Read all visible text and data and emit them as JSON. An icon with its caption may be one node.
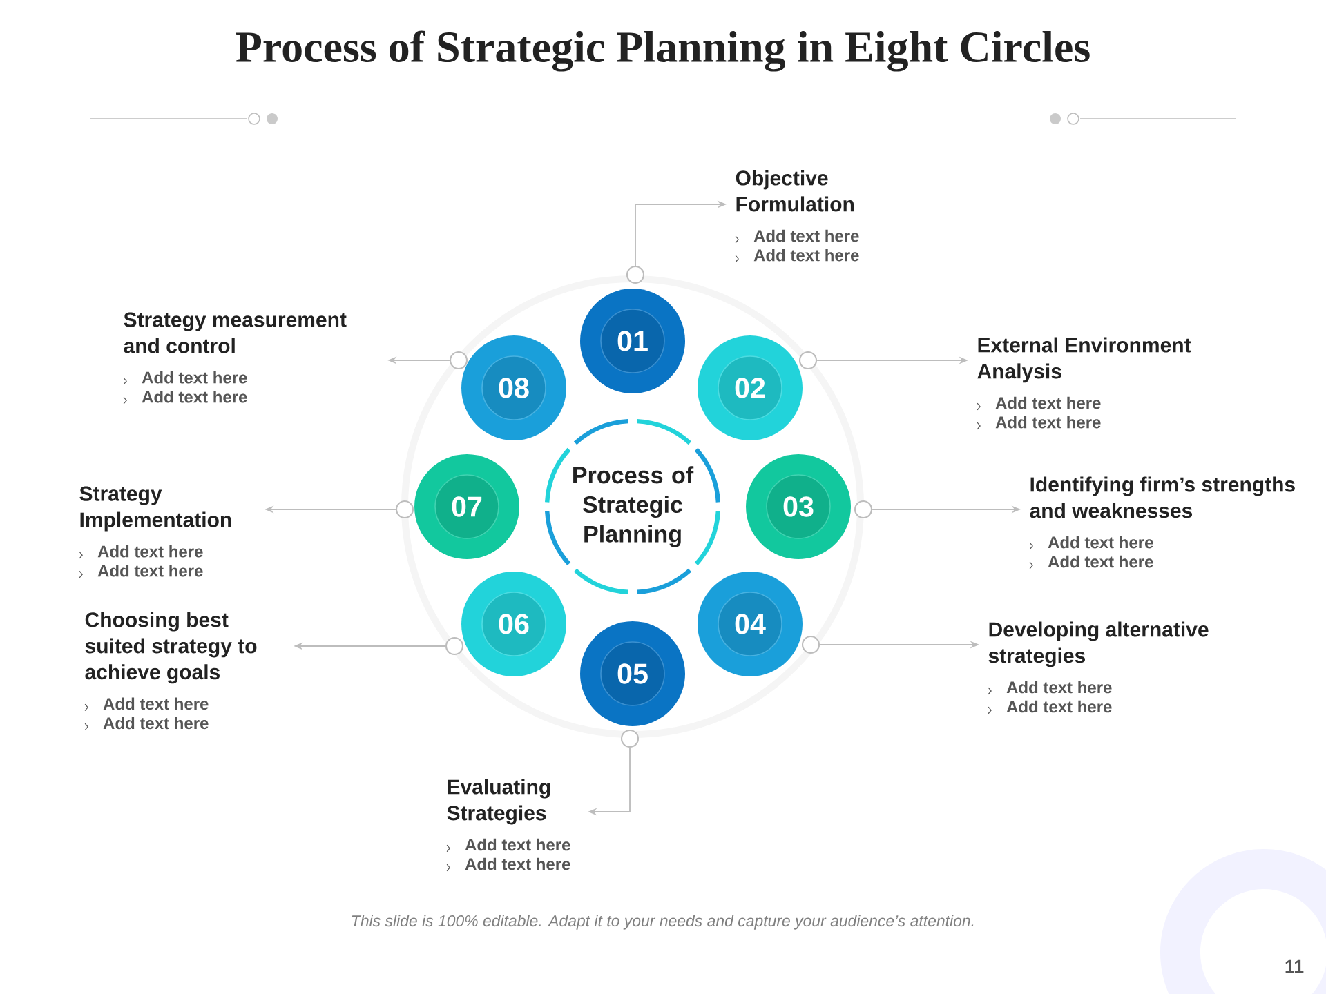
{
  "diagram": {
    "title": "Process of Strategic Planning in Eight Circles",
    "nodes": [
      {
        "text": [
          "Process of Strategic Planning"
        ]
      },
      {
        "text": [
          "01"
        ]
      },
      {
        "text": [
          "02"
        ]
      },
      {
        "text": [
          "03"
        ]
      },
      {
        "text": [
          "04"
        ]
      },
      {
        "text": [
          "05"
        ]
      },
      {
        "text": [
          "06"
        ]
      },
      {
        "text": [
          "07"
        ]
      },
      {
        "text": [
          "08"
        ]
      },
      {
        "text": [],
        "shape": "circle"
      },
      {
        "text": [],
        "shape": "circle"
      },
      {
        "text": [],
        "shape": "circle"
      },
      {
        "text": [],
        "shape": "circle"
      },
      {
        "text": [],
        "shape": "circle"
      },
      {
        "text": [],
        "shape": "circle"
      },
      {
        "text": [],
        "shape": "circle"
      },
      {
        "text": [],
        "shape": "circle"
      },
      {
        "text": [
          "Objective Formulation",
          "Add text here",
          "Add text here"
        ]
      },
      {
        "text": [
          "External Environment Analysis",
          "Add text here",
          "Add text here"
        ]
      },
      {
        "text": [
          "Identifying firm’s strengths and weaknesses",
          "Add text here",
          "Add text here"
        ]
      },
      {
        "text": [
          "Developing alternative strategies",
          "Add text here",
          "Add text here"
        ]
      },
      {
        "text": [
          "Evaluating Strategies",
          "Add text here",
          "Add text here"
        ]
      },
      {
        "text": [
          "Choosing best suited strategy to achieve goals",
          "Add text here",
          "Add text here"
        ]
      },
      {
        "text": [
          "Strategy Implementation",
          "Add text here",
          "Add text here"
        ]
      },
      {
        "text": [
          "Strategy measurement and control",
          "Add text here",
          "Add text here"
        ]
      }
    ],
    "edges": [
      {
        "from": 9,
        "to": 17,
        "arrow": "to"
      },
      {
        "from": 10,
        "to": 18,
        "arrow": "to"
      },
      {
        "from": 11,
        "to": 19,
        "arrow": "to"
      },
      {
        "from": 12,
        "to": 20,
        "arrow": "to"
      },
      {
        "from": 13,
        "to": 21,
        "arrow": "to"
      },
      {
        "from": 14,
        "to": 22,
        "arrow": "to"
      },
      {
        "from": 15,
        "to": 23,
        "arrow": "to"
      },
      {
        "from": 16,
        "to": 24,
        "arrow": "to"
      }
    ],
    "labels": [
      "This slide is 100% editable. Adapt it to your needs and capture your audience’s attention.",
      "11"
    ]
  }
}
